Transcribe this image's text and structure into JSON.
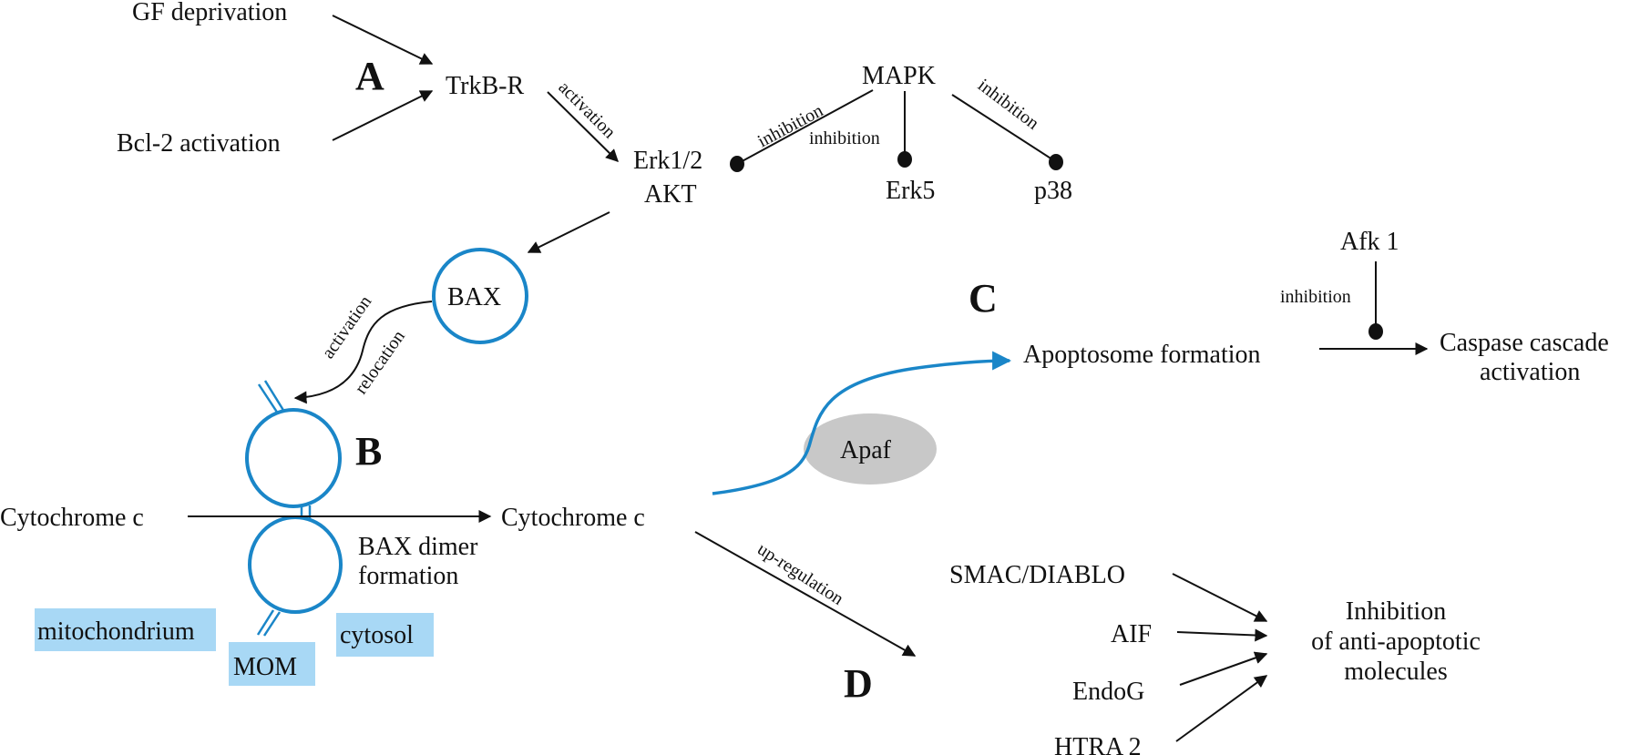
{
  "colors": {
    "membrane": "#1a86c8",
    "apaf_fill": "#c8c8c8",
    "tag_fill": "#a8d8f5",
    "ink": "#111111"
  },
  "sections": {
    "a": "A",
    "b": "B",
    "c": "C",
    "d": "D"
  },
  "nodes": {
    "gf_deprivation": "GF deprivation",
    "bcl2_activation": "Bcl-2 activation",
    "trkb_r": "TrkB-R",
    "erk12": "Erk1/2",
    "akt": "AKT",
    "mapk": "MAPK",
    "erk5": "Erk5",
    "p38": "p38",
    "bax": "BAX",
    "cytochrome_c_in": "Cytochrome c",
    "cytochrome_c_out": "Cytochrome c",
    "bax_dimer_line1": "BAX dimer",
    "bax_dimer_line2": "formation",
    "apaf": "Apaf",
    "apoptosome": "Apoptosome formation",
    "afk1": "Afk 1",
    "caspase_line1": "Caspase cascade",
    "caspase_line2": "activation",
    "smac": "SMAC/DIABLO",
    "aif": "AIF",
    "endog": "EndoG",
    "htra2": "HTRA 2",
    "inhibition_line1": "Inhibition",
    "inhibition_line2": "of anti-apoptotic",
    "inhibition_line3": "molecules"
  },
  "edge_labels": {
    "trkb_activation": "activation",
    "mapk_erk12_inhibition": "inhibition",
    "mapk_erk5_inhibition": "inhibition",
    "mapk_p38_inhibition": "inhibition",
    "bax_activation": "activation",
    "bax_relocation": "relocation",
    "afk1_inhibition": "inhibition",
    "upregulation": "up-regulation"
  },
  "tags": {
    "mitochondrium": "mitochondrium",
    "mom": "MOM",
    "cytosol": "cytosol"
  }
}
